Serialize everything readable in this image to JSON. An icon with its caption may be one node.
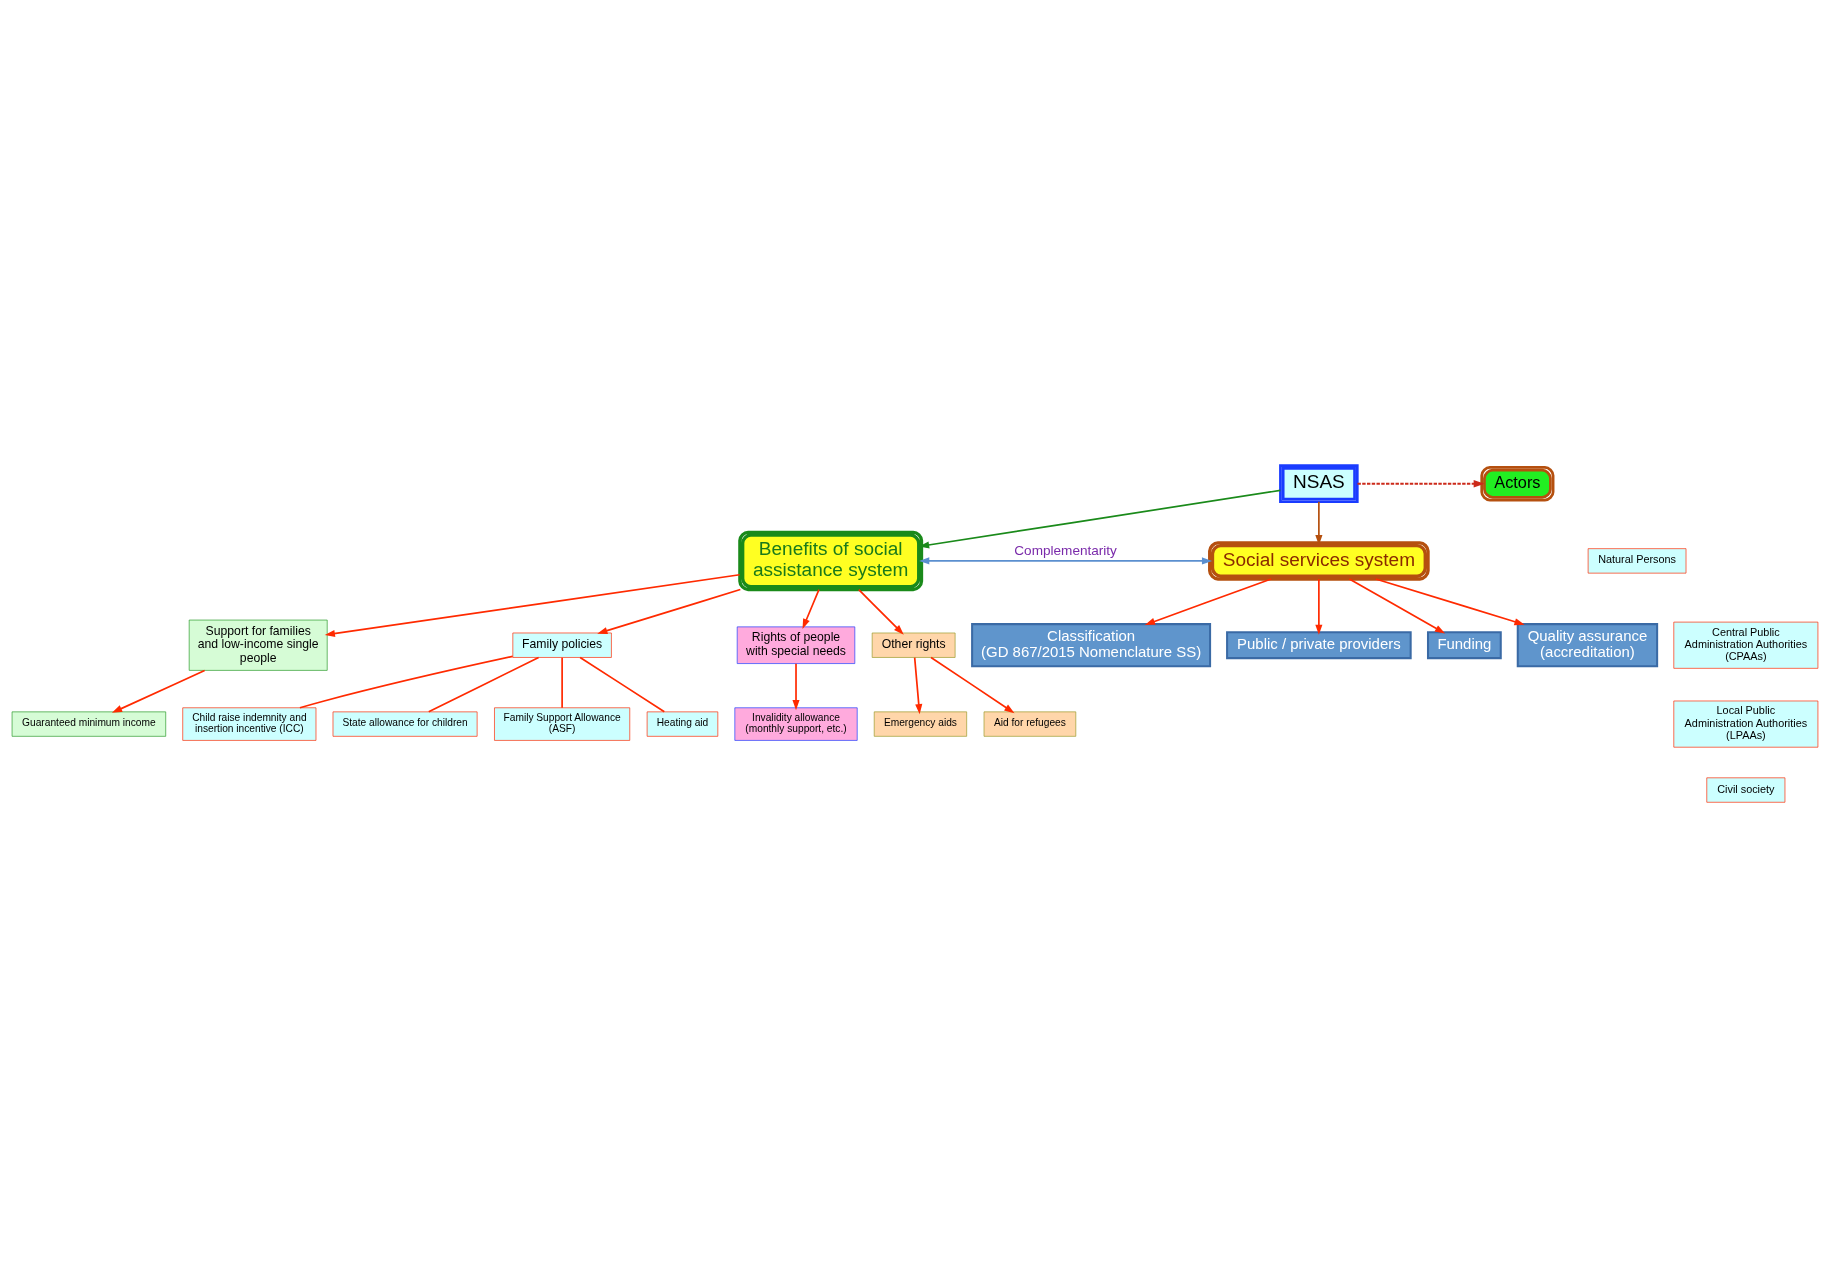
{
  "diagram": {
    "nodes": [
      {
        "text": [
          "NSAS"
        ]
      },
      {
        "text": [
          "Actors"
        ]
      },
      {
        "text": [
          "Natural Persons"
        ]
      },
      {
        "text": [
          "Central Public Administration Authorities (CPAAs)"
        ]
      },
      {
        "text": [
          "Local Public Administration Authorities (LPAAs)"
        ]
      },
      {
        "text": [
          "Civil society"
        ]
      },
      {
        "text": [
          "Benefits of social assistance system"
        ]
      },
      {
        "text": [
          "Social services system"
        ]
      },
      {
        "text": [
          "Support for families and low-income single people"
        ]
      },
      {
        "text": [
          "Family policies"
        ]
      },
      {
        "text": [
          "Rights of people with special needs"
        ]
      },
      {
        "text": [
          "Other rights"
        ]
      },
      {
        "text": [
          "Guaranteed minimum income"
        ]
      },
      {
        "text": [
          "Child raise indemnity and insertion incentive (ICC)"
        ]
      },
      {
        "text": [
          "State allowance for children"
        ]
      },
      {
        "text": [
          "Family Support Allowance (ASF)"
        ]
      },
      {
        "text": [
          "Heating aid"
        ]
      },
      {
        "text": [
          "Invalidity allowance (monthly support, etc.)"
        ]
      },
      {
        "text": [
          "Emergency aids"
        ]
      },
      {
        "text": [
          "Aid for refugees"
        ]
      },
      {
        "text": [
          "Classification",
          "(GD 867/2015 Nomenclature SS)"
        ]
      },
      {
        "text": [
          "Public / private providers"
        ]
      },
      {
        "text": [
          "Funding"
        ]
      },
      {
        "text": [
          "Quality assurance (accreditation)"
        ]
      }
    ],
    "edges": [
      {
        "from": 0,
        "to": 1,
        "arrow": "to",
        "style": "dashed",
        "color": "#cc2a1a"
      },
      {
        "from": 0,
        "to": 6,
        "arrow": "to",
        "color": "#1a8a1a"
      },
      {
        "from": 0,
        "to": 7,
        "arrow": "to",
        "color": "#b5500f"
      },
      {
        "from": 6,
        "to": 7,
        "arrow": "both",
        "label": "Complementarity",
        "color": "#5b8fcf"
      },
      {
        "from": 6,
        "to": 8,
        "arrow": "to"
      },
      {
        "from": 6,
        "to": 9,
        "arrow": "to"
      },
      {
        "from": 6,
        "to": 10,
        "arrow": "to"
      },
      {
        "from": 6,
        "to": 11,
        "arrow": "to"
      },
      {
        "from": 8,
        "to": 12,
        "arrow": "to"
      },
      {
        "from": 9,
        "to": 13,
        "arrow": "none"
      },
      {
        "from": 9,
        "to": 14,
        "arrow": "none"
      },
      {
        "from": 9,
        "to": 15,
        "arrow": "none"
      },
      {
        "from": 9,
        "to": 16,
        "arrow": "none"
      },
      {
        "from": 10,
        "to": 17,
        "arrow": "to"
      },
      {
        "from": 11,
        "to": 18,
        "arrow": "to"
      },
      {
        "from": 11,
        "to": 19,
        "arrow": "to"
      },
      {
        "from": 7,
        "to": 20,
        "arrow": "to"
      },
      {
        "from": 7,
        "to": 21,
        "arrow": "to"
      },
      {
        "from": 7,
        "to": 22,
        "arrow": "to"
      },
      {
        "from": 7,
        "to": 23,
        "arrow": "to"
      }
    ]
  }
}
